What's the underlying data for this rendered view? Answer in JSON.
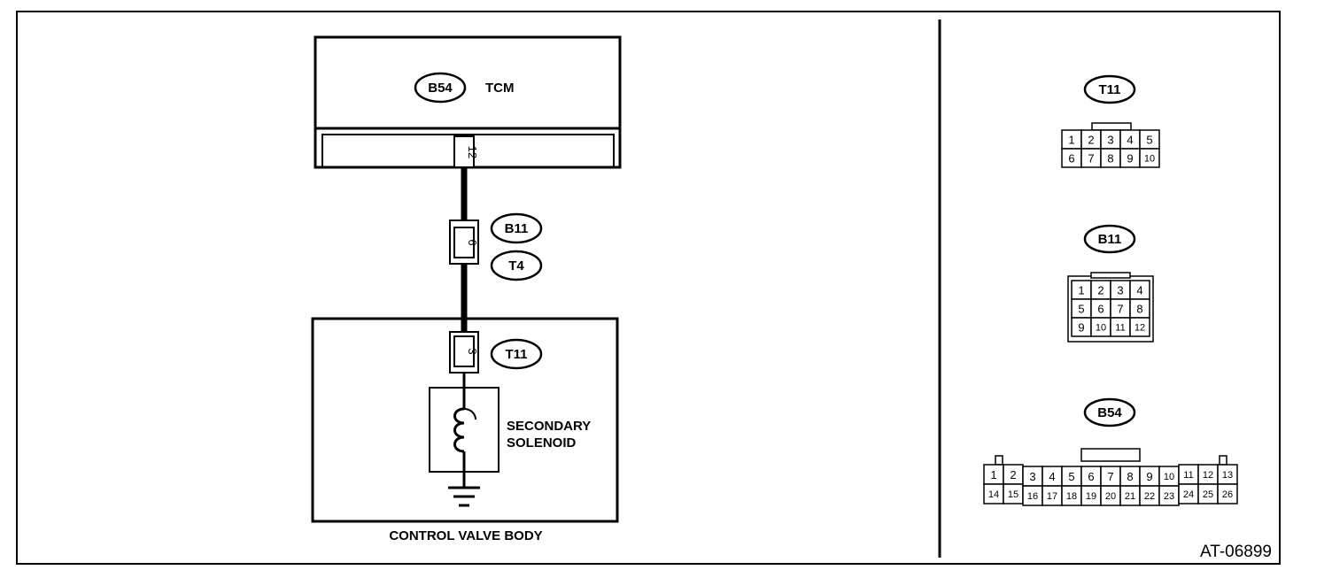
{
  "figure_code": "AT-06899",
  "tcm": {
    "connector": "B54",
    "label": "TCM",
    "pin": "12"
  },
  "harness_joint": {
    "connector_a": "B11",
    "connector_b": "T4",
    "pin": "6"
  },
  "control_valve_body": {
    "label": "CONTROL VALVE BODY",
    "connector": "T11",
    "pin": "3",
    "solenoid_line1": "SECONDARY",
    "solenoid_line2": "SOLENOID"
  },
  "connector_views": [
    {
      "label": "T11",
      "rows": [
        [
          "1",
          "2",
          "3",
          "4",
          "5"
        ],
        [
          "6",
          "7",
          "8",
          "9",
          "10"
        ]
      ]
    },
    {
      "label": "B11",
      "rows": [
        [
          "1",
          "2",
          "3",
          "4"
        ],
        [
          "5",
          "6",
          "7",
          "8"
        ],
        [
          "9",
          "10",
          "11",
          "12"
        ]
      ]
    },
    {
      "label": "B54",
      "rows": [
        [
          "1",
          "2",
          "3",
          "4",
          "5",
          "6",
          "7",
          "8",
          "9",
          "10",
          "11",
          "12",
          "13"
        ],
        [
          "14",
          "15",
          "16",
          "17",
          "18",
          "19",
          "20",
          "21",
          "22",
          "23",
          "24",
          "25",
          "26"
        ]
      ]
    }
  ]
}
